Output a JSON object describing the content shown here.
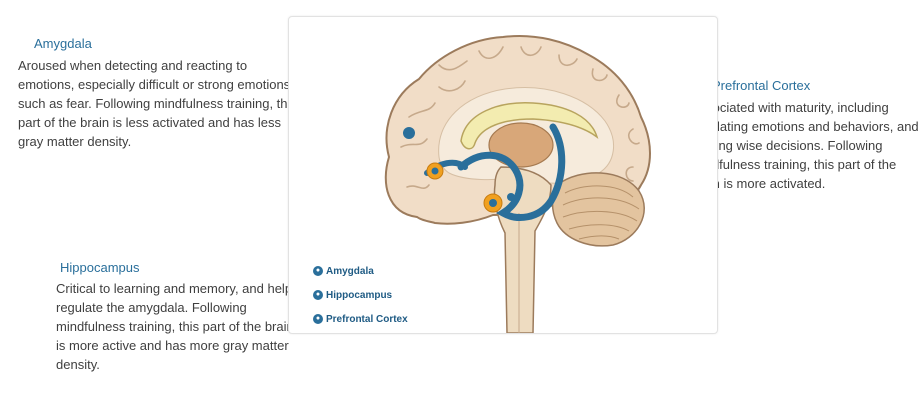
{
  "regions": {
    "amygdala": {
      "title": "Amygdala",
      "description": "Aroused when detecting and reacting to emotions, especially difficult or strong emotions such as fear. Following mindfulness training, this part of the brain is less activated and has less gray matter density."
    },
    "hippocampus": {
      "title": "Hippocampus",
      "description": "Critical to learning and memory, and helps regulate the amygdala. Following mindfulness training, this part of the brain is more active and has more gray matter density."
    },
    "prefrontal": {
      "title": "Prefrontal Cortex",
      "description": "Associated with maturity, including regulating emotions and behaviors, and making wise decisions. Following Mindfulness training, this part of the brain is more activated."
    }
  },
  "legend": {
    "items": [
      {
        "label": "Amygdala"
      },
      {
        "label": "Hippocampus"
      },
      {
        "label": "Prefrontal Cortex"
      }
    ]
  },
  "colors": {
    "accent_blue": "#2a6f9b",
    "highlight_orange": "#f0a020",
    "cortex": "#f1ddc7",
    "cortex_fold": "#c6a98b",
    "white_matter": "#f6ebdc",
    "corpus_callosum": "#f3ecb0",
    "thalamus": "#d8a779",
    "cerebellum": "#e3c49f",
    "brainstem": "#eedcc1"
  }
}
